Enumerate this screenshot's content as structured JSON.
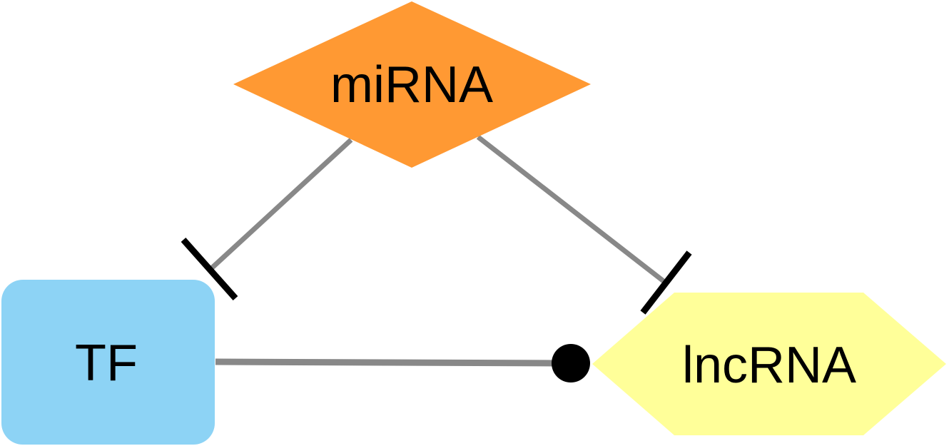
{
  "nodes": {
    "mirna": {
      "label": "miRNA",
      "color": "#FF9933",
      "shape": "diamond"
    },
    "tf": {
      "label": "TF",
      "color": "#8DD3F5",
      "shape": "rounded-rectangle"
    },
    "lncrna": {
      "label": "lncRNA",
      "color": "#FFFF99",
      "shape": "hexagon"
    }
  },
  "edges": [
    {
      "from": "mirna",
      "to": "tf",
      "type": "inhibition"
    },
    {
      "from": "mirna",
      "to": "lncrna",
      "type": "inhibition"
    },
    {
      "from": "tf",
      "to": "lncrna",
      "type": "binding"
    }
  ],
  "colors": {
    "edge": "#888888",
    "edge_end": "#000000"
  }
}
